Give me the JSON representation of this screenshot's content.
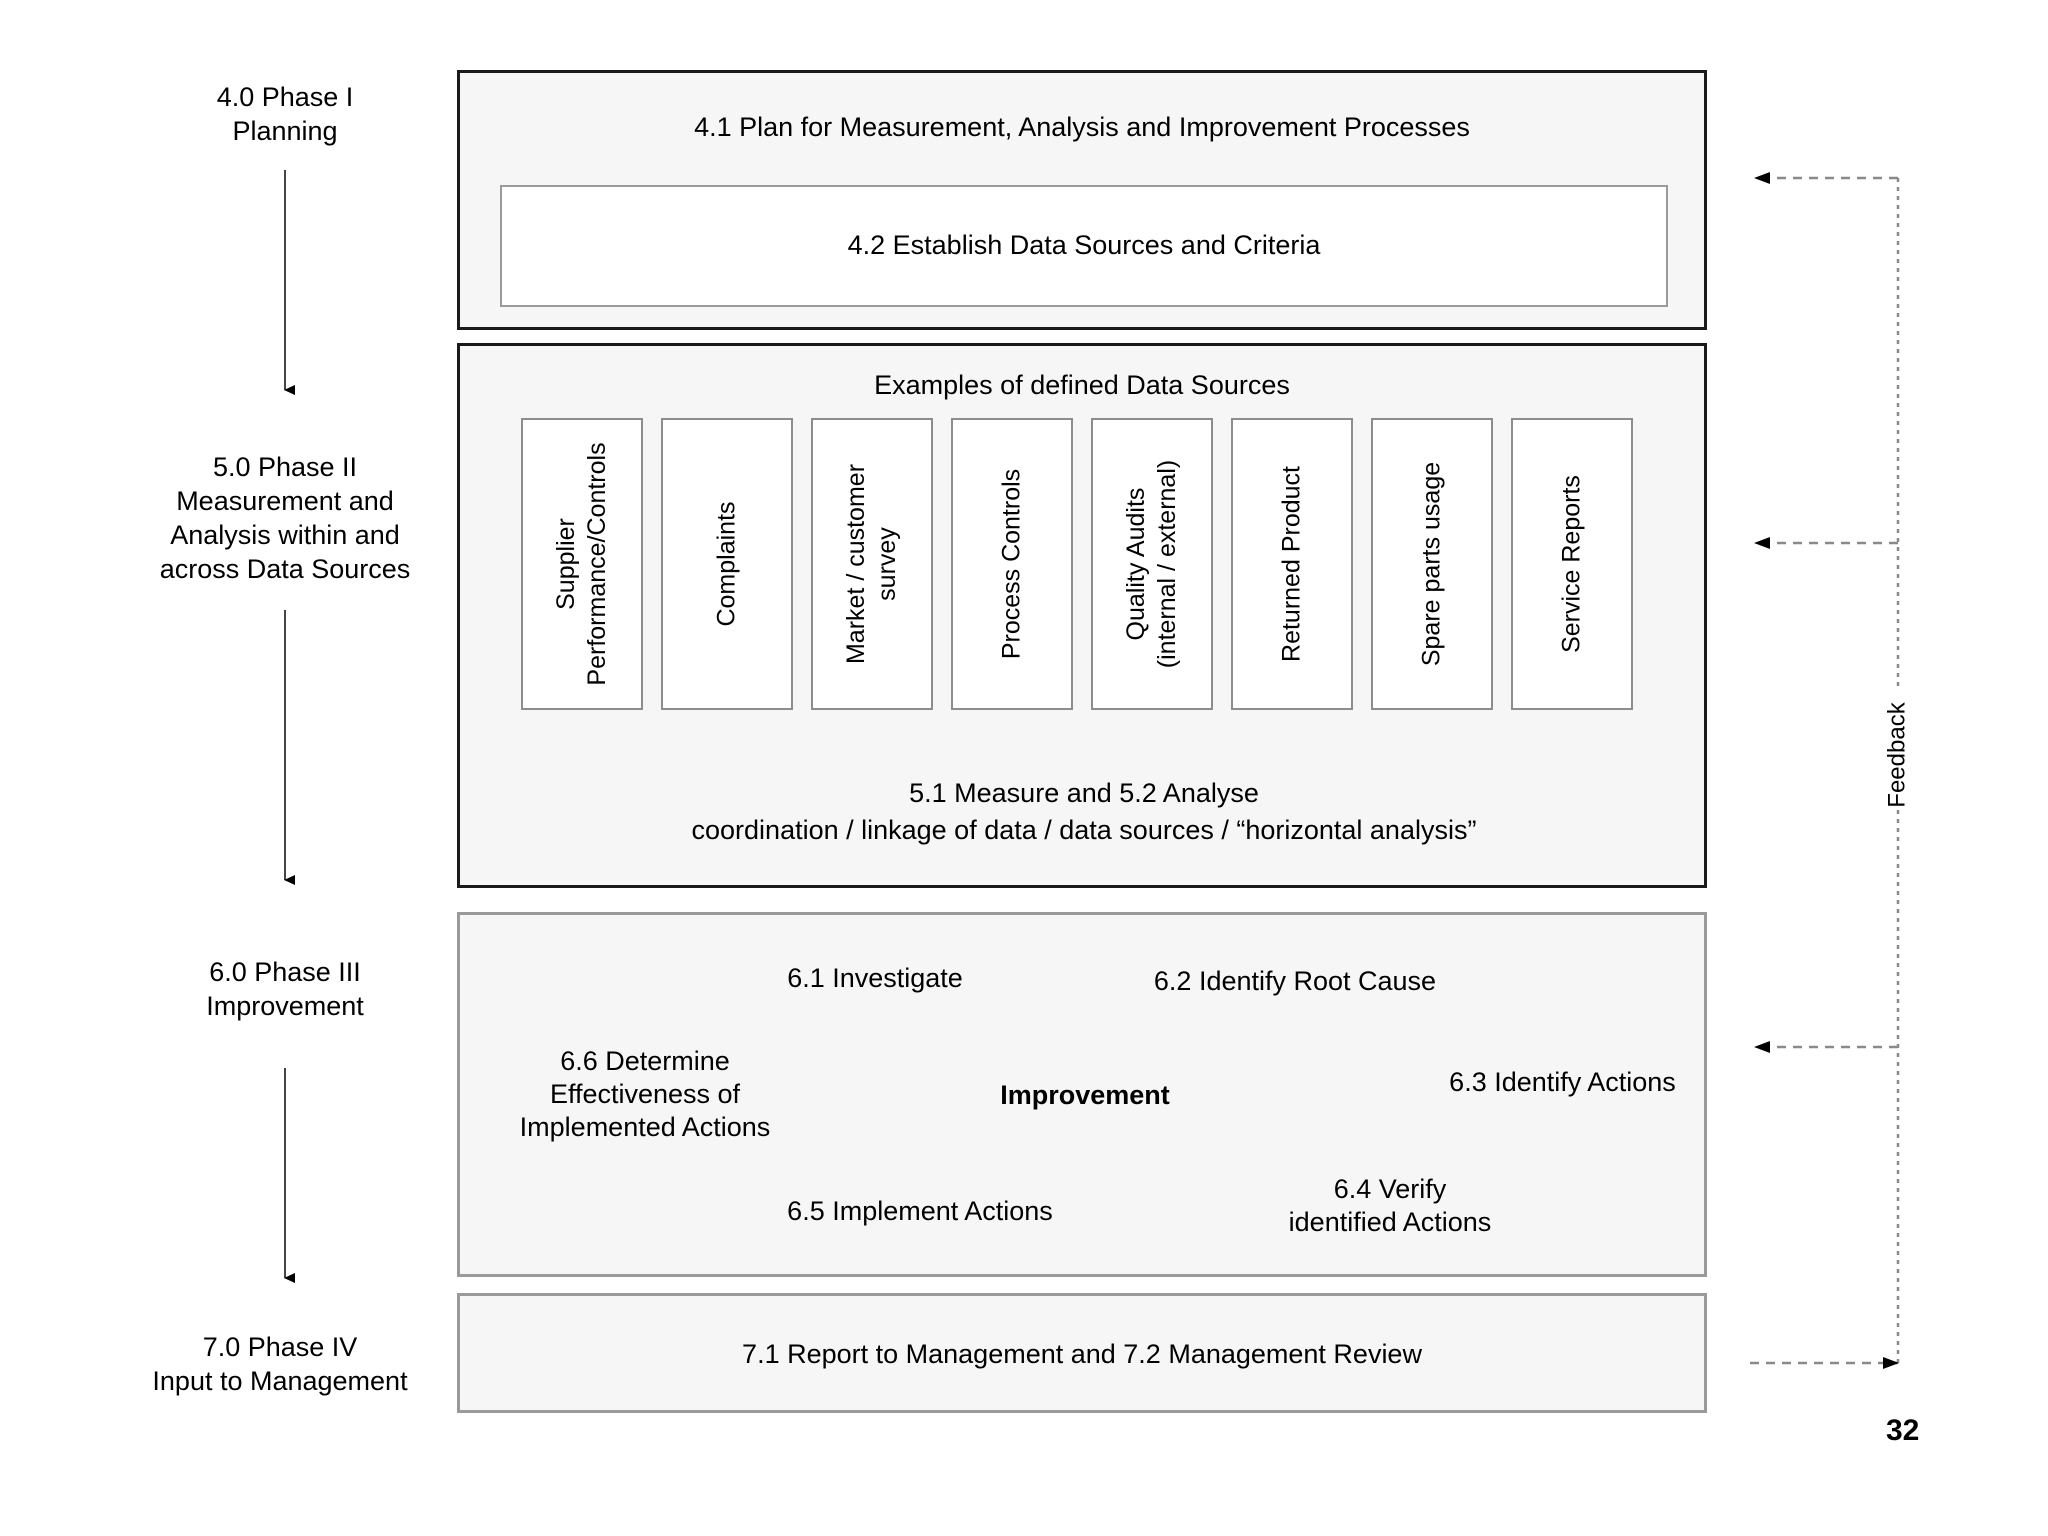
{
  "diagram": {
    "page_number": "32",
    "feedback_label": "Feedback",
    "phases": [
      {
        "id": "phase-1",
        "label": "4.0 Phase I\nPlanning"
      },
      {
        "id": "phase-2",
        "label": "5.0 Phase II\nMeasurement and\nAnalysis within and\nacross Data Sources"
      },
      {
        "id": "phase-3",
        "label": "6.0 Phase III\nImprovement"
      },
      {
        "id": "phase-4",
        "label": "7.0 Phase IV\nInput to Management"
      }
    ],
    "phase1": {
      "title": "4.1 Plan for Measurement, Analysis and Improvement Processes",
      "inner_title": "4.2 Establish Data Sources and Criteria"
    },
    "phase2": {
      "title": "Examples of defined Data Sources",
      "data_sources": [
        "Supplier\nPerformance/Controls",
        "Complaints",
        "Market / customer\nsurvey",
        "Process Controls",
        "Quality Audits\n(internal / external)",
        "Returned Product",
        "Spare parts usage",
        "Service Reports"
      ],
      "arrow_line1": "5.1 Measure and  5.2 Analyse",
      "arrow_line2": "coordination / linkage of data / data sources / “horizontal analysis”"
    },
    "phase3": {
      "center_label": "Improvement",
      "steps": [
        {
          "id": "6-1",
          "label": "6.1 Investigate"
        },
        {
          "id": "6-2",
          "label": "6.2 Identify Root Cause"
        },
        {
          "id": "6-3",
          "label": "6.3 Identify Actions"
        },
        {
          "id": "6-4",
          "label": "6.4 Verify\nidentified Actions"
        },
        {
          "id": "6-5",
          "label": "6.5 Implement Actions"
        },
        {
          "id": "6-6",
          "label": "6.6 Determine\nEffectiveness of\nImplemented Actions"
        }
      ]
    },
    "phase4": {
      "title": "7.1 Report to Management and 7.2 Management Review"
    },
    "colors": {
      "stage_fill": "#f6f6f6",
      "stage_border": "#1a1a1a",
      "inner_fill": "#ffffff",
      "line": "#000000",
      "feedback_line": "#888888"
    }
  }
}
